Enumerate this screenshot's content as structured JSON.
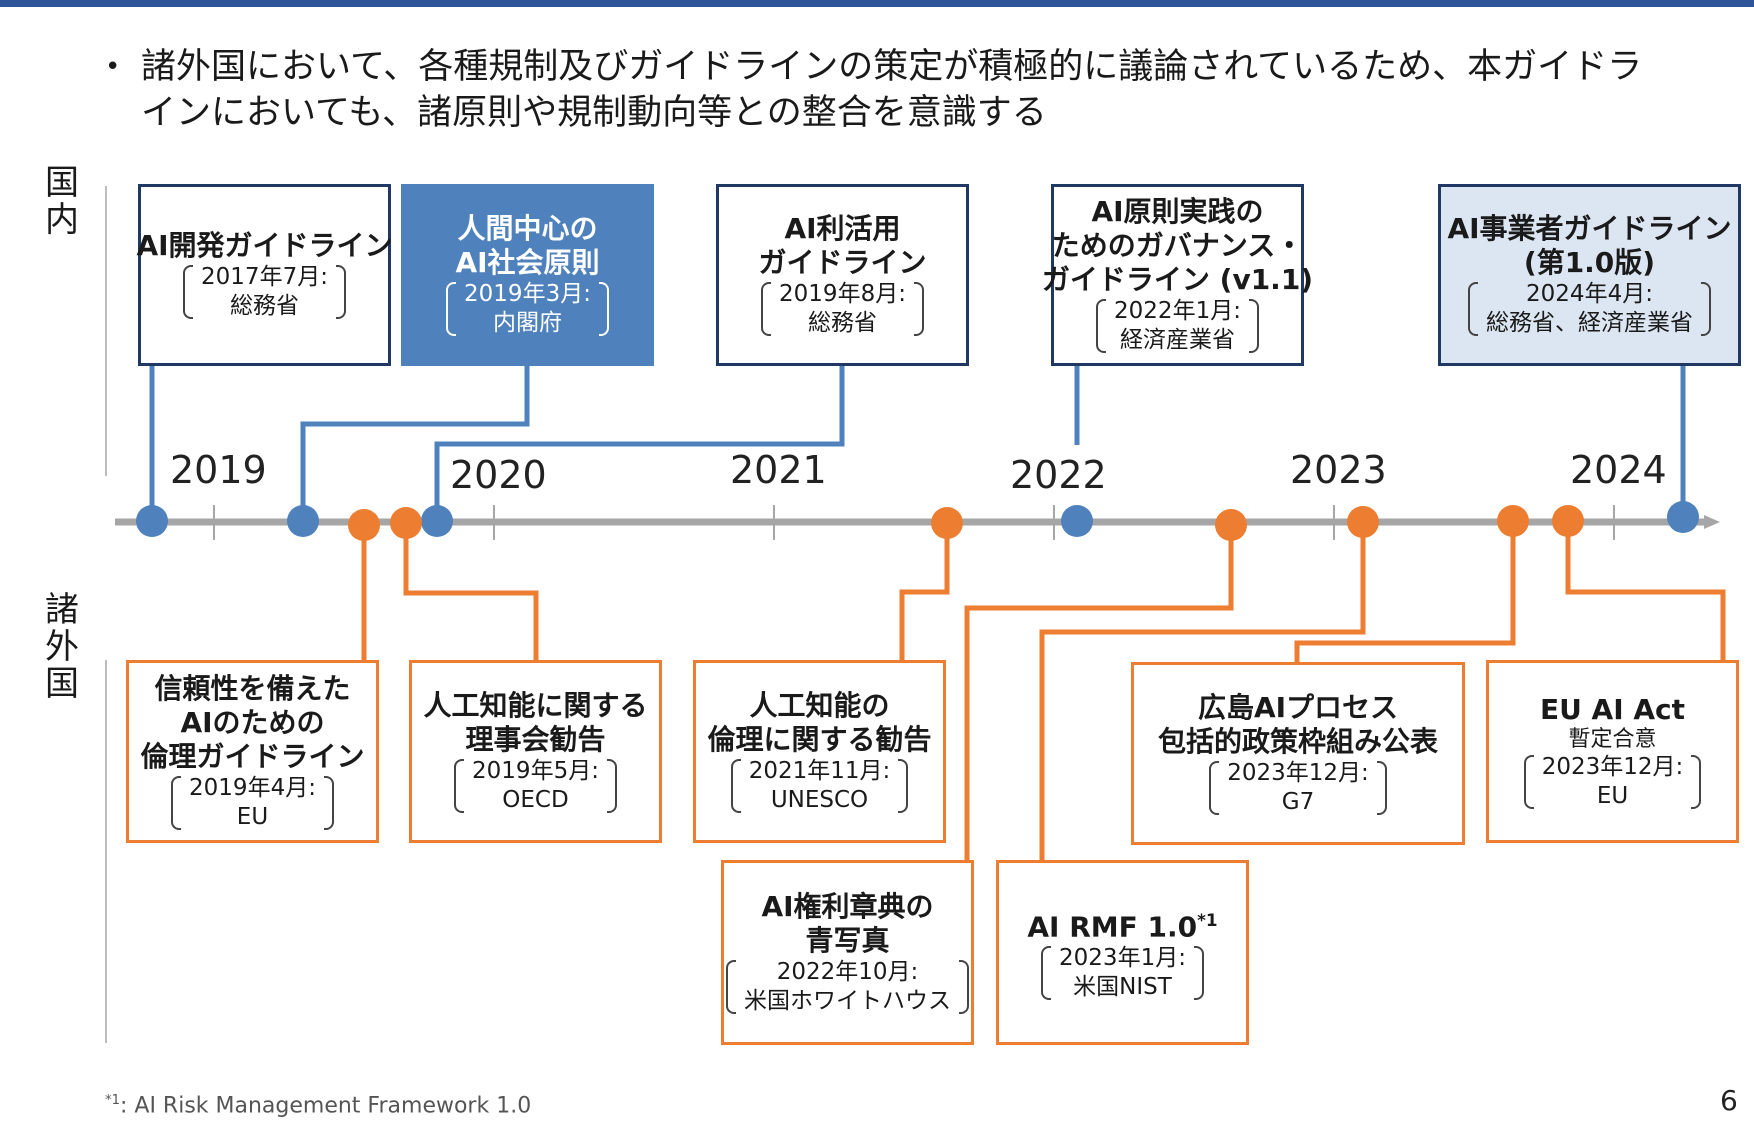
{
  "header_text": "諸外国において、各種規制及びガイドラインの策定が積極的に議論されているため、本ガイドラインにおいても、諸原則や規制動向等との整合を意識する",
  "bullet_symbol": "•",
  "rows": {
    "domestic": "国内",
    "international": "諸外国"
  },
  "years": [
    "2019",
    "2020",
    "2021",
    "2022",
    "2023",
    "2024"
  ],
  "colors": {
    "domestic": "#4f81bd",
    "international": "#ed7d31",
    "axis": "#a6a6a6",
    "border_dark": "#1f3864"
  },
  "domestic_items": [
    {
      "title": [
        "AI開発ガイドライン"
      ],
      "date": "2017年7月:",
      "org": "総務省"
    },
    {
      "title": [
        "人間中心の",
        "AI社会原則"
      ],
      "date": "2019年3月:",
      "org": "内閣府"
    },
    {
      "title": [
        "AI利活用",
        "ガイドライン"
      ],
      "date": "2019年8月:",
      "org": "総務省"
    },
    {
      "title": [
        "AI原則実践の",
        "ためのガバナンス・",
        "ガイドライン (v1.1)"
      ],
      "date": "2022年1月:",
      "org": "経済産業省"
    },
    {
      "title": [
        "AI事業者ガイドライン",
        "(第1.0版)"
      ],
      "date": "2024年4月:",
      "org": "総務省、経済産業省"
    }
  ],
  "international_items": [
    {
      "title": [
        "信頼性を備えた",
        "AIのための",
        "倫理ガイドライン"
      ],
      "date": "2019年4月:",
      "org": "EU"
    },
    {
      "title": [
        "人工知能に関する",
        "理事会勧告"
      ],
      "date": "2019年5月:",
      "org": "OECD"
    },
    {
      "title": [
        "人工知能の",
        "倫理に関する勧告"
      ],
      "date": "2021年11月:",
      "org": "UNESCO"
    },
    {
      "title": [
        "AI権利章典の",
        "青写真"
      ],
      "date": "2022年10月:",
      "org": "米国ホワイトハウス"
    },
    {
      "title": [
        "AI RMF 1.0"
      ],
      "sup": "*1",
      "date": "2023年1月:",
      "org": "米国NIST"
    },
    {
      "title": [
        "広島AIプロセス",
        "包括的政策枠組み公表"
      ],
      "date": "2023年12月:",
      "org": "G7"
    },
    {
      "title": [
        "EU AI Act"
      ],
      "subtitle": "暫定合意",
      "date": "2023年12月:",
      "org": "EU"
    }
  ],
  "footnote": {
    "mark": "*1",
    "text": ": AI Risk Management Framework 1.0"
  },
  "page_number": "6"
}
